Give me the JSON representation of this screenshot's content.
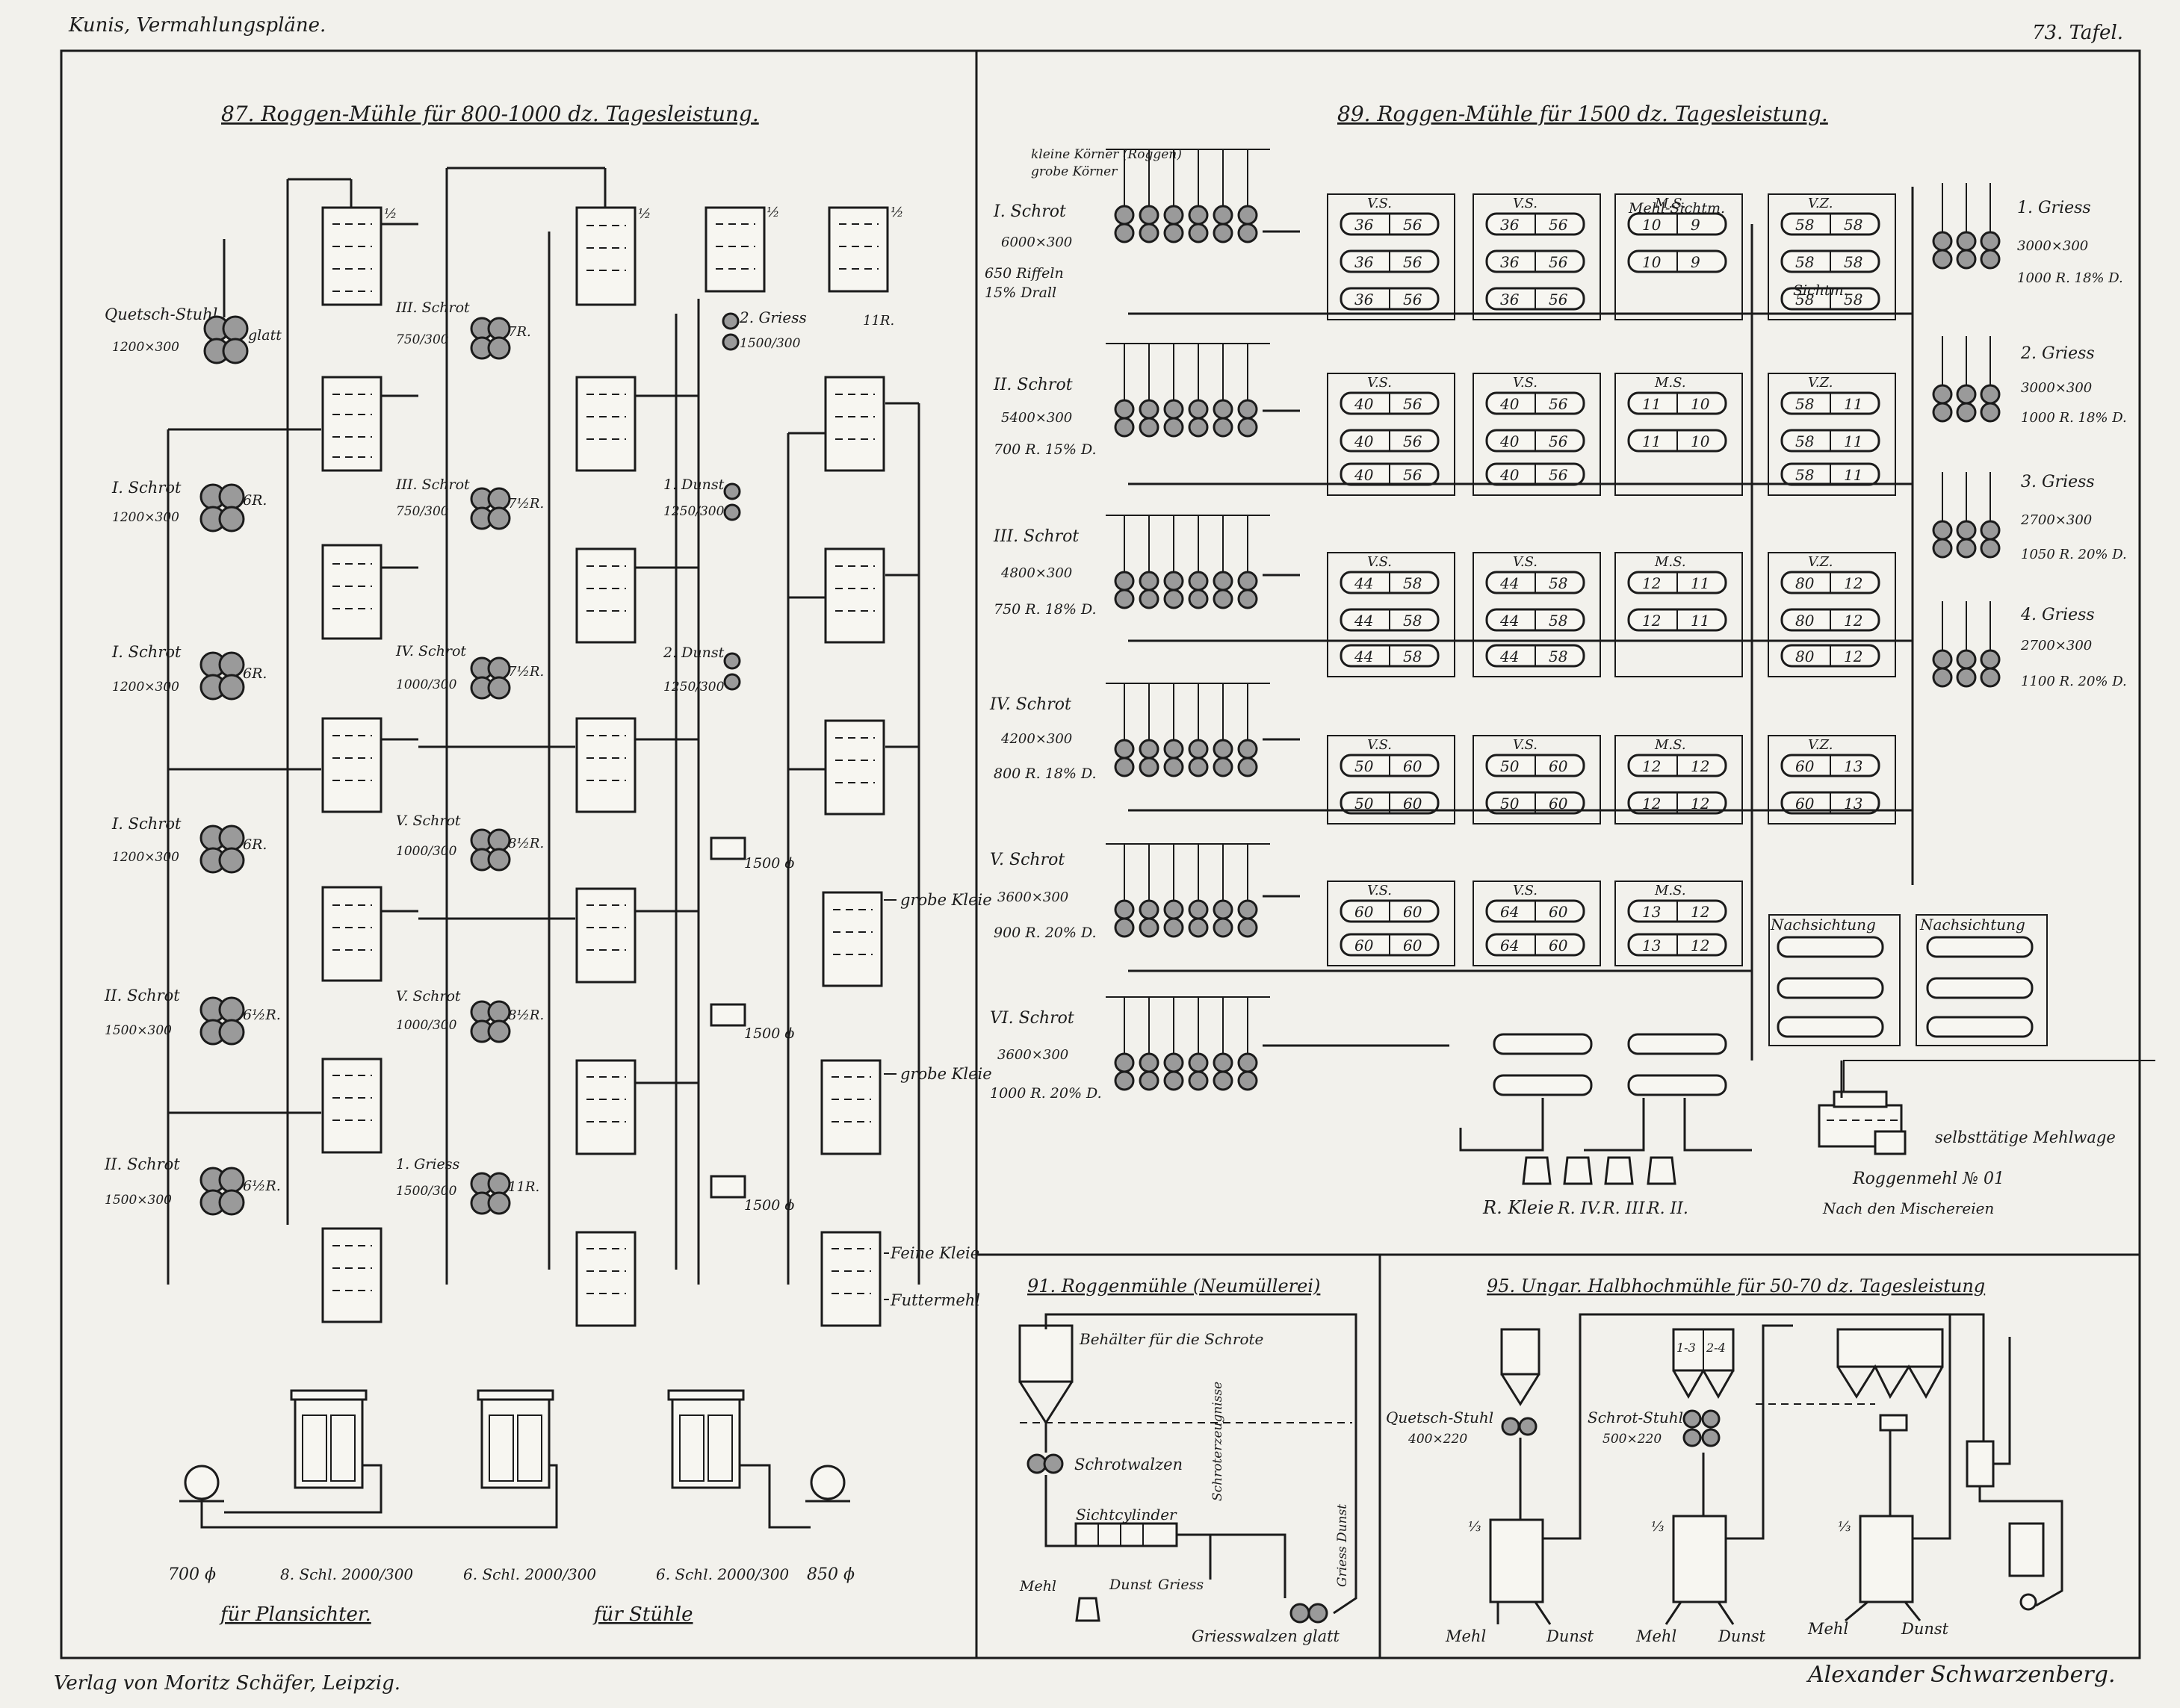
{
  "header": {
    "left": "Kunis, Vermahlungspläne.",
    "right": "73. Tafel."
  },
  "footer": {
    "left": "Verlag von Moritz Schäfer, Leipzig.",
    "right": "Alexander Schwarzenberg."
  },
  "panel87": {
    "title": "87. Roggen-Mühle für 800-1000 dz. Tagesleistung.",
    "left_labels": [
      {
        "name": "Quetsch-Stuhl",
        "dim": "1200×300",
        "tag": "glatt"
      },
      {
        "name": "I. Schrot",
        "dim": "1200×300",
        "tag": "6R."
      },
      {
        "name": "I. Schrot",
        "dim": "1200×300",
        "tag": "6R."
      },
      {
        "name": "I. Schrot",
        "dim": "1200×300",
        "tag": "6R."
      },
      {
        "name": "II. Schrot",
        "dim": "1500×300",
        "tag": "6½R."
      },
      {
        "name": "II. Schrot",
        "dim": "1500×300",
        "tag": "6½R."
      }
    ],
    "middle_labels": [
      {
        "name": "III. Schrot",
        "dim": "750/300",
        "tag": "7R."
      },
      {
        "name": "III. Schrot",
        "dim": "750/300",
        "tag": "7½R."
      },
      {
        "name": "IV. Schrot",
        "dim": "1000/300",
        "tag": "7½R."
      },
      {
        "name": "V. Schrot",
        "dim": "1000/300",
        "tag": "8½R."
      },
      {
        "name": "V. Schrot",
        "dim": "1000/300",
        "tag": "8½R."
      },
      {
        "name": "1. Griess",
        "dim": "1500/300",
        "tag": "11R."
      }
    ],
    "right_labels": [
      {
        "name": "2. Griess",
        "dim": "1500/300",
        "tag": "11R."
      },
      {
        "name": "1. Dunst",
        "dim": "1250/300",
        "tag": ""
      },
      {
        "name": "2. Dunst",
        "dim": "1250/300",
        "tag": ""
      }
    ],
    "cyl_labels": [
      "1500 ϕ",
      "1500 ϕ",
      "1500 ϕ"
    ],
    "outputs": [
      "grobe Kleie",
      "grobe Kleie",
      "Feine Kleie",
      "Futtermehl"
    ],
    "sifter_top_marks": [
      "½",
      "½",
      "½",
      "½"
    ],
    "bottom_labels": [
      "700 ϕ",
      "8. Schl. 2000/300",
      "6. Schl. 2000/300",
      "6. Schl. 2000/300",
      "850 ϕ"
    ],
    "for_labels": [
      "für Plansichter.",
      "für Stühle"
    ]
  },
  "panel89": {
    "title": "89. Roggen-Mühle für 1500 dz. Tagesleistung.",
    "grain_note": [
      "kleine Körner (Roggen)",
      "grobe Körner"
    ],
    "left_labels": [
      {
        "name": "I. Schrot",
        "dim": "6000×300",
        "spec1": "650 Riffeln",
        "spec2": "15% Drall"
      },
      {
        "name": "II. Schrot",
        "dim": "5400×300",
        "spec1": "700 R. 15% D.",
        "spec2": ""
      },
      {
        "name": "III. Schrot",
        "dim": "4800×300",
        "spec1": "750 R. 18% D.",
        "spec2": ""
      },
      {
        "name": "IV. Schrot",
        "dim": "4200×300",
        "spec1": "800 R. 18% D.",
        "spec2": ""
      },
      {
        "name": "V. Schrot",
        "dim": "3600×300",
        "spec1": "900 R. 20% D.",
        "spec2": ""
      },
      {
        "name": "VI. Schrot",
        "dim": "3600×300",
        "spec1": "1000 R. 20% D.",
        "spec2": ""
      }
    ],
    "right_labels": [
      {
        "name": "1. Griess",
        "dim": "3000×300",
        "spec": "1000 R. 18% D."
      },
      {
        "name": "2. Griess",
        "dim": "3000×300",
        "spec": "1000 R. 18% D."
      },
      {
        "name": "3. Griess",
        "dim": "2700×300",
        "spec": "1050 R. 20% D."
      },
      {
        "name": "4. Griess",
        "dim": "2700×300",
        "spec": "1100 R. 20% D."
      }
    ],
    "col_headers": [
      "V.S.",
      "V.S.",
      "M.S.",
      "V.Z."
    ],
    "mehl_sichtm": "Mehl-Sichtm.",
    "sichtm": "Sichtm.",
    "rows": [
      {
        "a": [
          "36",
          "56"
        ],
        "b": [
          "36",
          "56"
        ],
        "c": [
          "10",
          "9"
        ],
        "d": [
          "58",
          "58"
        ]
      },
      {
        "a": [
          "40",
          "56"
        ],
        "b": [
          "40",
          "56"
        ],
        "c": [
          "11",
          "10"
        ],
        "d": [
          "58",
          "11"
        ]
      },
      {
        "a": [
          "44",
          "58"
        ],
        "b": [
          "44",
          "58"
        ],
        "c": [
          "12",
          "11"
        ],
        "d": [
          "80",
          "12"
        ]
      },
      {
        "a": [
          "50",
          "60"
        ],
        "b": [
          "50",
          "60"
        ],
        "c": [
          "12",
          "12"
        ],
        "d": [
          "60",
          "13"
        ]
      },
      {
        "a": [
          "60",
          "60"
        ],
        "b": [
          "64",
          "60"
        ],
        "c": [
          "13",
          "12"
        ],
        "d": [
          "",
          ""
        ]
      }
    ],
    "nachsichtung": [
      "Nachsichtung",
      "Nachsichtung"
    ],
    "bottom_labels": [
      "R. Kleie",
      "R. IV.",
      "R. III.",
      "R. II."
    ],
    "scale_label": "selbsttätige Mehlwage",
    "flour_label": "Roggenmehl № 01",
    "flour_sub": "Nach den Mischereien"
  },
  "panel91": {
    "title": "91. Roggenmühle (Neumüllerei)",
    "labels": [
      "Behälter für die Schrote",
      "Schrotwalzen",
      "Sichtcylinder",
      "Mehl",
      "Dunst",
      "Griess",
      "Griesswalzen glatt",
      "Schroterzeugnisse",
      "Griess Dunst"
    ]
  },
  "panel95": {
    "title": "95. Ungar. Halbhochmühle für 50-70 dz. Tagesleistung",
    "labels": [
      "Quetsch-Stuhl",
      "400×220",
      "Schrot-Stuhl",
      "500×220",
      "1-3",
      "2-4",
      "⅓",
      "⅓",
      "⅓"
    ],
    "outputs": [
      "Mehl",
      "Dunst",
      "Mehl",
      "Dunst",
      "Mehl",
      "Dunst"
    ]
  }
}
